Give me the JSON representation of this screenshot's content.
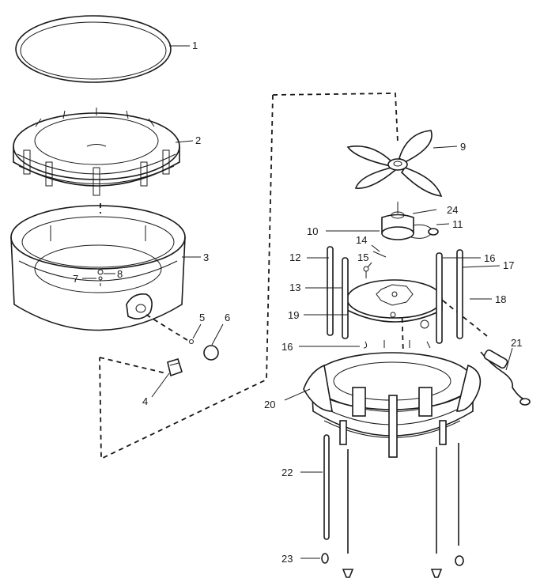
{
  "callouts": {
    "c1": "1",
    "c2": "2",
    "c3": "3",
    "c4": "4",
    "c5": "5",
    "c6": "6",
    "c7": "7",
    "c8": "8",
    "c9": "9",
    "c10": "10",
    "c11": "11",
    "c12": "12",
    "c13": "13",
    "c14": "14",
    "c15": "15",
    "c16a": "16",
    "c16b": "16",
    "c17": "17",
    "c18": "18",
    "c19": "19",
    "c20": "20",
    "c21": "21",
    "c22": "22",
    "c23": "23",
    "c24": "24"
  }
}
